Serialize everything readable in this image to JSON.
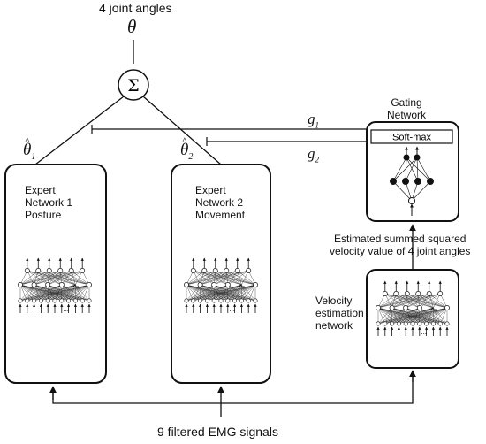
{
  "top_label": "4 joint angles",
  "theta": "θ",
  "sum_symbol": "Σ",
  "theta_hat_1": {
    "base": "θ",
    "sub": "1"
  },
  "theta_hat_2": {
    "base": "θ",
    "sub": "2"
  },
  "g1": {
    "base": "g",
    "sub": "1"
  },
  "g2": {
    "base": "g",
    "sub": "2"
  },
  "gating_title": [
    "Gating",
    "Network"
  ],
  "softmax_label": "Soft-max",
  "expert1": [
    "Expert",
    "Network 1",
    "Posture"
  ],
  "expert2": [
    "Expert",
    "Network 2",
    "Movement"
  ],
  "velocity_value_label": [
    "Estimated summed squared",
    "velocity value of 4 joint angles"
  ],
  "velocity_net": [
    "Velocity",
    "estimation",
    "network"
  ],
  "bottom_label": "9 filtered EMG signals",
  "ellipsis": "..."
}
